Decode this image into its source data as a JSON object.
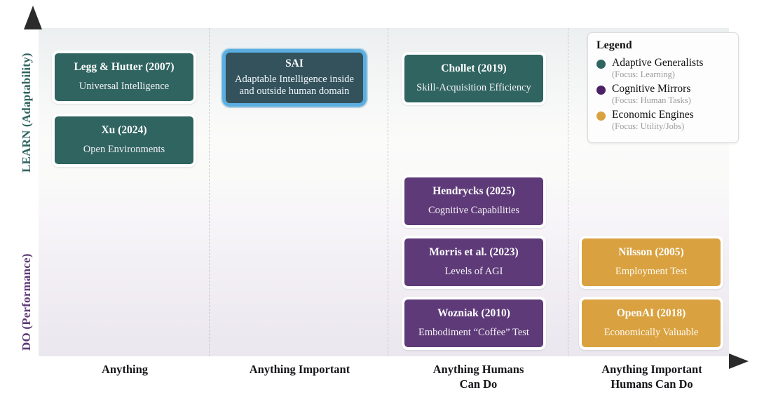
{
  "axes": {
    "y_top_label": "LEARN (Adaptability)",
    "y_bottom_label": "DO (Performance)",
    "y_top_color": "#2f6460",
    "y_bottom_color": "#5e3a78",
    "x_labels": [
      "Anything",
      "Anything Important",
      "Anything Humans\nCan Do",
      "Anything Important\nHumans Can Do"
    ]
  },
  "colors": {
    "adaptive_generalists": "#2f6460",
    "cognitive_mirrors": "#5e3a78",
    "economic_engines": "#d9a13f",
    "highlight_border": "#5bafe0",
    "highlight_fill": "#33525c"
  },
  "boxes": [
    {
      "id": "legg-hutter-2007",
      "title": "Legg & Hutter (2007)",
      "subtitle": "Universal Intelligence",
      "category": "adaptive-generalists",
      "column": "Anything",
      "row": "LEARN"
    },
    {
      "id": "xu-2024",
      "title": "Xu (2024)",
      "subtitle": "Open Environments",
      "category": "adaptive-generalists",
      "column": "Anything",
      "row": "LEARN"
    },
    {
      "id": "sai",
      "title": "SAI",
      "subtitle": "Adaptable Intelligence inside and outside human domain",
      "category": "highlight",
      "column": "Anything Important",
      "row": "LEARN"
    },
    {
      "id": "chollet-2019",
      "title": "Chollet (2019)",
      "subtitle": "Skill-Acquisition Efficiency",
      "category": "adaptive-generalists",
      "column": "Anything Humans Can Do",
      "row": "LEARN"
    },
    {
      "id": "hendrycks-2025",
      "title": "Hendrycks (2025)",
      "subtitle": "Cognitive Capabilities",
      "category": "cognitive-mirrors",
      "column": "Anything Humans Can Do",
      "row": "DO"
    },
    {
      "id": "morris-et-al-2023",
      "title": "Morris et al. (2023)",
      "subtitle": "Levels of AGI",
      "category": "cognitive-mirrors",
      "column": "Anything Humans Can Do",
      "row": "DO"
    },
    {
      "id": "wozniak-2010",
      "title": "Wozniak (2010)",
      "subtitle": "Embodiment “Coffee” Test",
      "category": "cognitive-mirrors",
      "column": "Anything Humans Can Do",
      "row": "DO"
    },
    {
      "id": "nilsson-2005",
      "title": "Nilsson (2005)",
      "subtitle": "Employment Test",
      "category": "economic-engines",
      "column": "Anything Important Humans Can Do",
      "row": "DO"
    },
    {
      "id": "openai-2018",
      "title": "OpenAI (2018)",
      "subtitle": "Economically Valuable",
      "category": "economic-engines",
      "column": "Anything Important Humans Can Do",
      "row": "DO"
    }
  ],
  "legend": {
    "title": "Legend",
    "items": [
      {
        "label": "Adaptive Generalists",
        "focus": "(Focus: Learning)",
        "color": "#2f6460"
      },
      {
        "label": "Cognitive Mirrors",
        "focus": "(Focus: Human Tasks)",
        "color": "#4b2065"
      },
      {
        "label": "Economic Engines",
        "focus": "(Focus: Utility/Jobs)",
        "color": "#d9a13f"
      }
    ]
  }
}
